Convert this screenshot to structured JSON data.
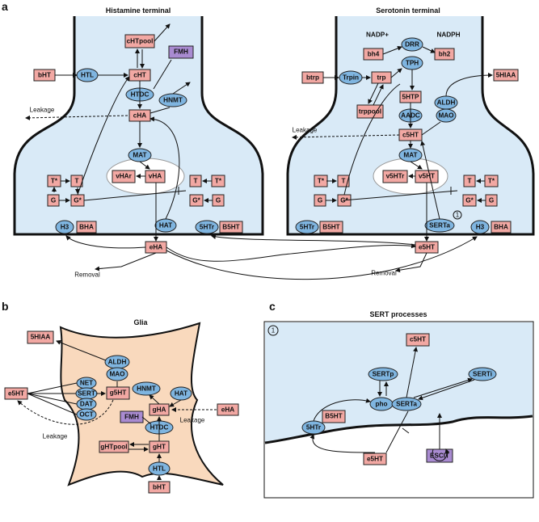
{
  "panels": {
    "a": "a",
    "b": "b",
    "c": "c"
  },
  "titles": {
    "histamine": "Histamine terminal",
    "serotonin": "Serotonin terminal",
    "glia": "Glia",
    "sert": "SERT processes"
  },
  "circle_marker": "1",
  "labels": {
    "leakage": "Leakage",
    "removal": "Removal"
  },
  "histamine": {
    "chtpool": "cHTpool",
    "cht": "cHT",
    "fmh": "FMH",
    "bht": "bHT",
    "htl": "HTL",
    "htdc": "HTDC",
    "hnmt": "HNMT",
    "cha": "cHA",
    "mat": "MAT",
    "vhar": "vHAr",
    "vha": "vHA",
    "t_star": "T*",
    "t": "T",
    "g": "G",
    "g_star": "G*",
    "h3": "H3",
    "bha": "BHA",
    "hat": "HAT",
    "eha": "eHA",
    "ht5": "5HTr",
    "b5ht": "B5HT"
  },
  "serotonin": {
    "nadp": "NADP+",
    "nadph": "NADPH",
    "drr": "DRR",
    "bh4": "bh4",
    "bh2": "bh2",
    "tph": "TPH",
    "btrp": "btrp",
    "trpin": "Trpin",
    "trp": "trp",
    "trppool": "trppool",
    "htp5": "5HTP",
    "aadc": "AADC",
    "aldh": "ALDH",
    "mao": "MAO",
    "hiaa5": "5HIAA",
    "c5ht": "c5HT",
    "mat": "MAT",
    "v5htr": "v5HTr",
    "v5ht": "v5HT",
    "sert": "SERTa",
    "e5ht": "e5HT",
    "h3": "H3",
    "bha": "BHA",
    "ht5": "5HTr",
    "b5ht": "B5HT"
  },
  "glia": {
    "hiaa5": "5HIAA",
    "aldh": "ALDH",
    "mao": "MAO",
    "net": "NET",
    "sert": "SERT",
    "dat": "DAT",
    "oct": "OCT",
    "g5ht": "g5HT",
    "e5ht": "e5HT",
    "hnmt": "HNMT",
    "gha": "gHA",
    "hat": "HAT",
    "eha": "eHA",
    "fmh": "FMH",
    "htdc": "HTDC",
    "ghtpool": "gHTpool",
    "ght": "gHT",
    "htl": "HTL",
    "bht": "bHT"
  },
  "sert": {
    "c5ht": "c5HT",
    "sertp": "SERTp",
    "serti": "SERTi",
    "pho": "pho",
    "serta": "SERTa",
    "ht5r": "5HTr",
    "b5ht": "B5HT",
    "e5ht": "e5HT",
    "escit": "ESCIT"
  },
  "colors": {
    "cell": "#d9eaf7",
    "glia": "#f9d9bd",
    "box": "#f2a8a3",
    "ellipse": "#7fb5e0",
    "purple": "#a98bd1"
  }
}
